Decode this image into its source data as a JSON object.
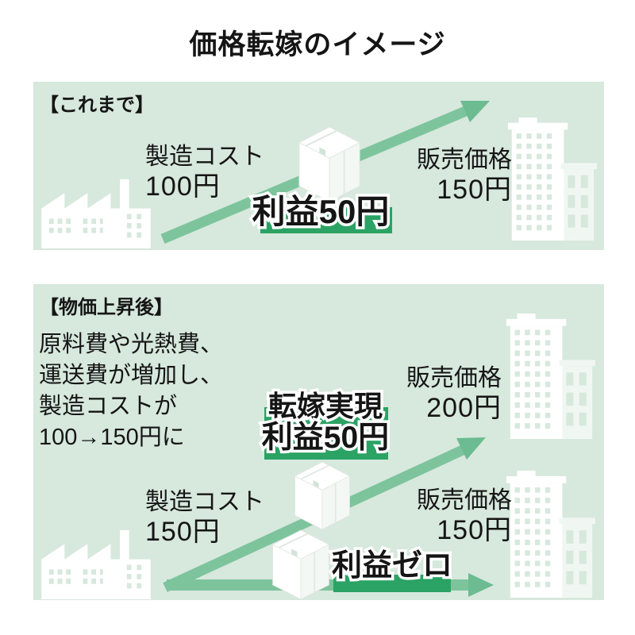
{
  "title": "価格転嫁のイメージ",
  "colors": {
    "panel_bg": "#d7e8dd",
    "arrow": "#7dc49d",
    "arrow_head": "#6cbb91",
    "strip": "#2ba364",
    "ink": "#151515"
  },
  "panel_before": {
    "label": "【これまで】",
    "cost_label": "製造コスト",
    "cost_value": "100円",
    "profit_label": "利益50円",
    "price_label": "販売価格",
    "price_value": "150円"
  },
  "panel_after": {
    "label": "【物価上昇後】",
    "note_lines": [
      "原料費や光熱費、",
      "運送費が増加し、",
      "製造コストが",
      "100→150円に"
    ],
    "pass_label_line1": "転嫁実現",
    "pass_label_line2": "利益50円",
    "price_up_label": "販売価格",
    "price_up_value": "200円",
    "cost_label": "製造コスト",
    "cost_value": "150円",
    "price_flat_label": "販売価格",
    "price_flat_value": "150円",
    "zero_profit_label": "利益ゼロ"
  }
}
